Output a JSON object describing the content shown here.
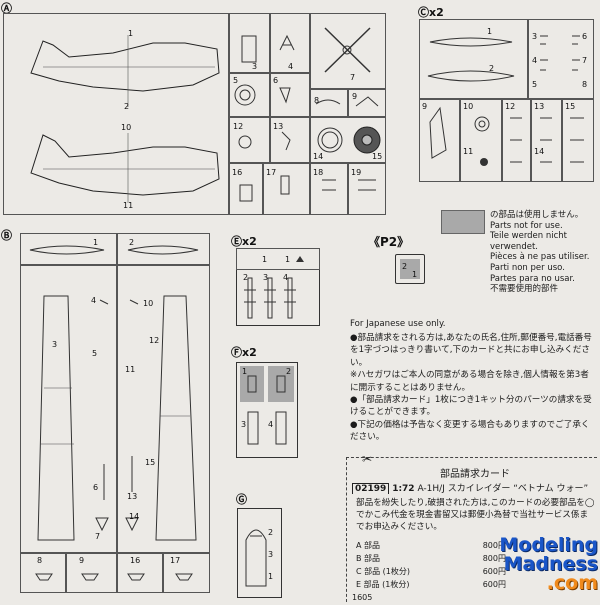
{
  "sprues": {
    "a": {
      "label": "A",
      "parts": [
        "1",
        "2",
        "3",
        "4",
        "5",
        "6",
        "7",
        "8",
        "9",
        "10",
        "11",
        "12",
        "13",
        "14",
        "15",
        "16",
        "17",
        "18",
        "19"
      ]
    },
    "b": {
      "label": "B",
      "parts": [
        "1",
        "2",
        "3",
        "4",
        "5",
        "6",
        "7",
        "8",
        "9",
        "10",
        "11",
        "12",
        "13",
        "14",
        "15",
        "16",
        "17"
      ]
    },
    "c": {
      "label": "C",
      "count": "x2",
      "parts": [
        "1",
        "2",
        "3",
        "4",
        "5",
        "6",
        "7",
        "8",
        "9",
        "10",
        "11",
        "12",
        "13",
        "14",
        "15"
      ]
    },
    "e": {
      "label": "E",
      "count": "x2",
      "parts": [
        "1",
        "1",
        "2",
        "3",
        "4"
      ]
    },
    "f": {
      "label": "F",
      "count": "x2",
      "parts": [
        "1",
        "2",
        "3",
        "4"
      ]
    },
    "g": {
      "label": "G",
      "parts": [
        "1",
        "2",
        "3"
      ]
    },
    "p2": {
      "label": "P2",
      "parts": [
        "1",
        "2"
      ]
    }
  },
  "unused_note": [
    "の部品は使用しません。",
    "Parts not for use.",
    "Teile werden nicht verwendet.",
    "Pièces à ne pas utiliser.",
    "Parti non per uso.",
    "Partes para no usar.",
    "不需要使用的部件"
  ],
  "japanese_only": "For Japanese use only.",
  "jp_paragraphs": [
    "●部品請求をされる方は,あなたの氏名,住所,郵便番号,電話番号を1字づつはっきり書いて,下のカードと共にお申し込みください。",
    "※ハセガワはご本人の同意がある場合を除き,個人情報を第3者に開示することはありません。",
    "●「部品請求カード」1枚につき1キット分のパーツの請求を受けることができます。",
    "●下記の価格は予告なく変更する場合もありますのでご了承ください。"
  ],
  "card": {
    "title": "部品請求カード",
    "code": "02199",
    "scale": "1:72",
    "kit_name": "A-1H/J スカイレイダー “ベトナム ウォー”",
    "body": "部品を紛失したり,破損された方は,このカードの必要部品を◯でかこみ代金を現金書留又は郵便小為替で当社サービス係までお申込みください。",
    "rows": [
      {
        "item": "A 部品",
        "price": "800円"
      },
      {
        "item": "B 部品",
        "price": "800円"
      },
      {
        "item": "C 部品 (1枚分)",
        "price": "600円"
      },
      {
        "item": "E 部品 (1枚分)",
        "price": "600円"
      }
    ],
    "footer_code": "1605"
  },
  "watermark": {
    "line1": "Modeling",
    "line2": "Madness",
    "line3": ".com"
  },
  "colors": {
    "paper": "#eceae6",
    "ink": "#1b1b1b",
    "unused": "#a9a9a9",
    "wm_blue": "#1a56c8",
    "wm_orange": "#f08a1c"
  }
}
